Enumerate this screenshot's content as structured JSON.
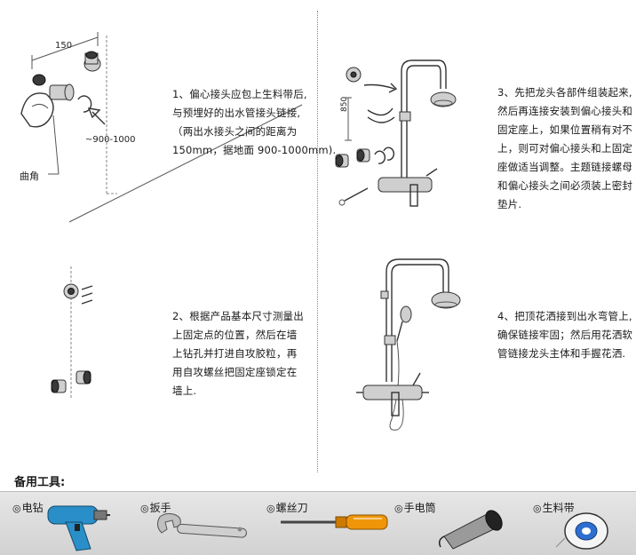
{
  "steps": [
    {
      "lines": [
        "1、偏心接头应包上生料带后,",
        "与预埋好的出水管接头链接,",
        "（两出水接头之间的距离为",
        "150mm，据地面 900-1000mm)."
      ]
    },
    {
      "lines": [
        "2、根据产品基本尺寸测量出",
        "上固定点的位置，然后在墙",
        "上钻孔并打进自攻胶粒，再",
        "用自攻螺丝把固定座锁定在",
        "墙上."
      ]
    },
    {
      "lines": [
        "3、先把龙头各部件组装起来,",
        "然后再连接安装到偏心接头和",
        "固定座上，如果位置稍有对不",
        "上，则可对偏心接头和上固定",
        "座做适当调整。主题链接螺母",
        "和偏心接头之间必须装上密封",
        "垫片."
      ]
    },
    {
      "lines": [
        "4、把顶花洒接到出水弯管上,",
        "确保链接牢固；然后用花洒软",
        "管链接龙头主体和手握花洒."
      ]
    }
  ],
  "diagram1": {
    "dim_width": "150",
    "dim_height": "~900-1000",
    "elbow_label": "曲角"
  },
  "diagram3": {
    "dim_label": "850"
  },
  "tools": {
    "title": "备用工具:",
    "bullet": "◎",
    "items": [
      {
        "label": "电钻",
        "icon": "drill-icon"
      },
      {
        "label": "扳手",
        "icon": "wrench-icon"
      },
      {
        "label": "螺丝刀",
        "icon": "screwdriver-icon"
      },
      {
        "label": "手电筒",
        "icon": "flashlight-icon"
      },
      {
        "label": "生料带",
        "icon": "ptfe-tape-icon"
      }
    ]
  }
}
